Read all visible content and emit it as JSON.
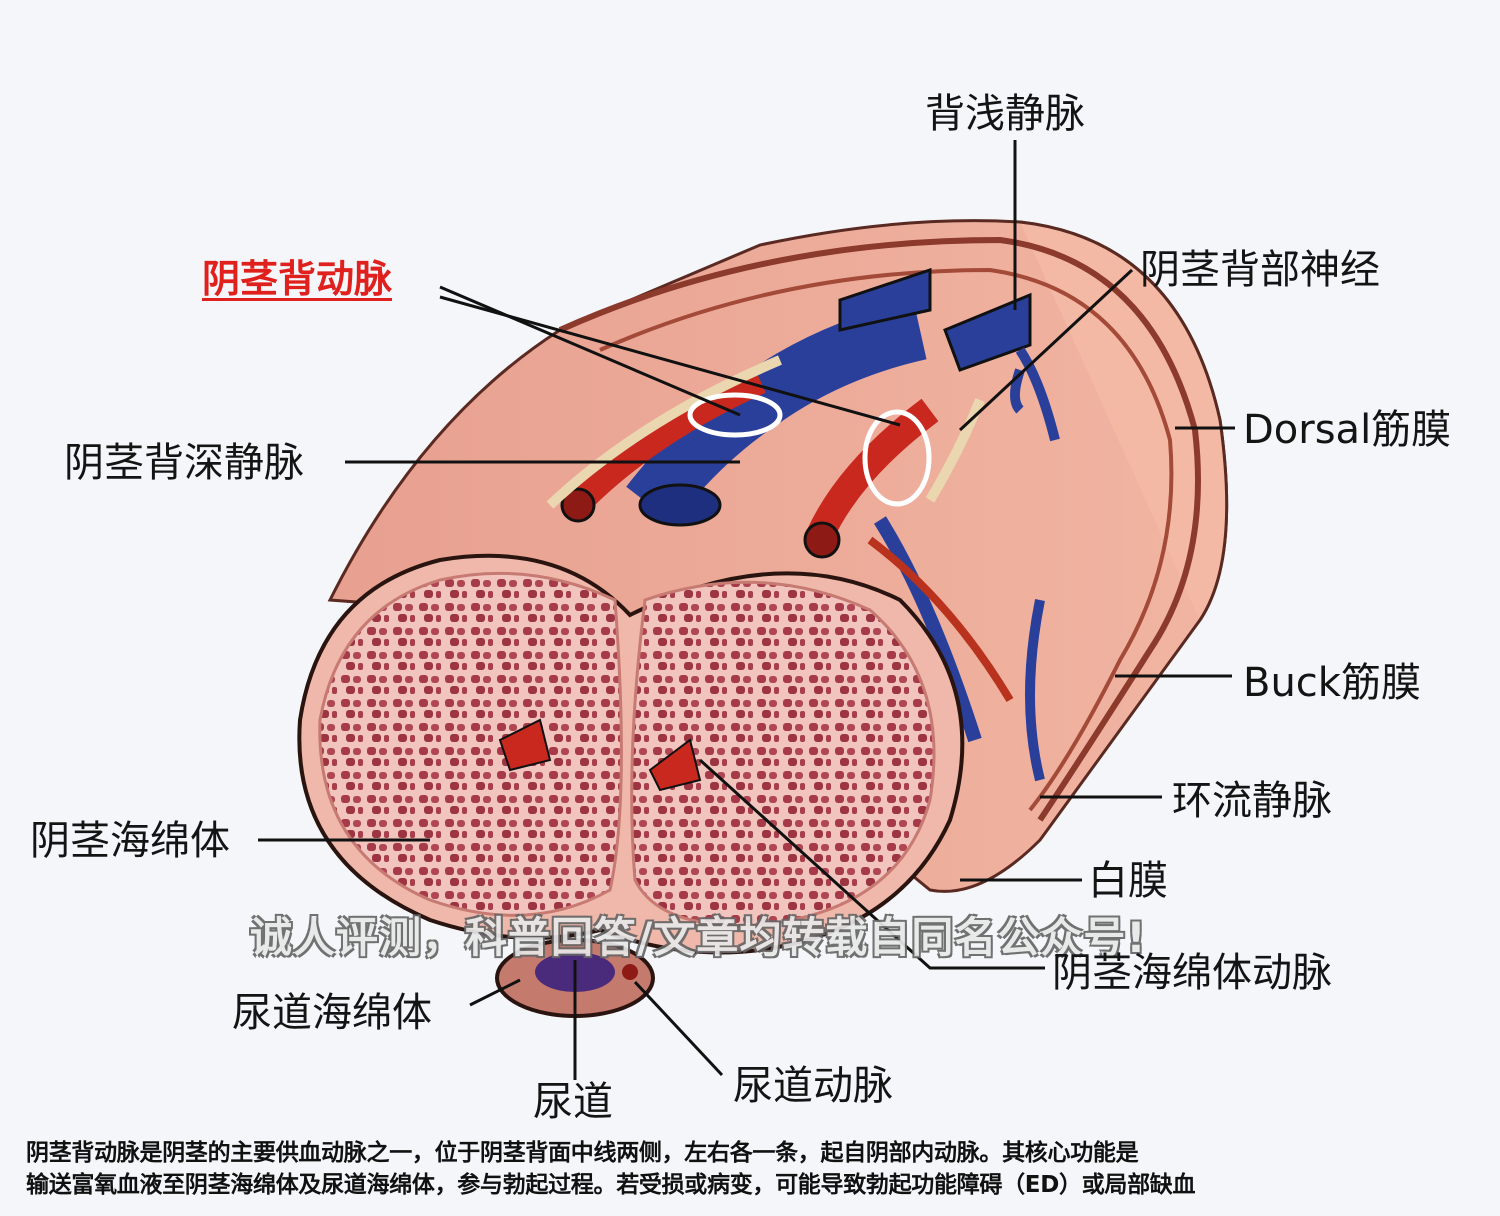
{
  "labels": {
    "superficial_dorsal_vein": "背浅静脉",
    "dorsal_nerve": "阴茎背部神经",
    "dorsal_artery": "阴茎背动脉",
    "dorsal_fascia": "Dorsal筋膜",
    "deep_dorsal_vein": "阴茎背深静脉",
    "buck_fascia": "Buck筋膜",
    "circumflex_vein": "环流静脉",
    "corpus_cavernosum": "阴茎海绵体",
    "tunica_albuginea": "白膜",
    "cavernosal_artery": "阴茎海绵体动脉",
    "corpus_spongiosum": "尿道海绵体",
    "urethra": "尿道",
    "urethral_artery": "尿道动脉"
  },
  "watermark": "诚人评测，科普回答/文章均转载自同名公众号!",
  "caption": {
    "line1": "阴茎背动脉是阴茎的主要供血动脉之一，位于阴茎背面中线两侧，左右各一条，起自阴部内动脉。其核心功能是",
    "line2": "输送富氧血液至阴茎海绵体及尿道海绵体，参与勃起过程。若受损或病变，可能导致勃起功能障碍（ED）或局部缺血"
  },
  "colors": {
    "highlight": "#e0201c",
    "skin": "#e9a48f",
    "artery": "#c8281e",
    "vein": "#2a3f9a"
  }
}
